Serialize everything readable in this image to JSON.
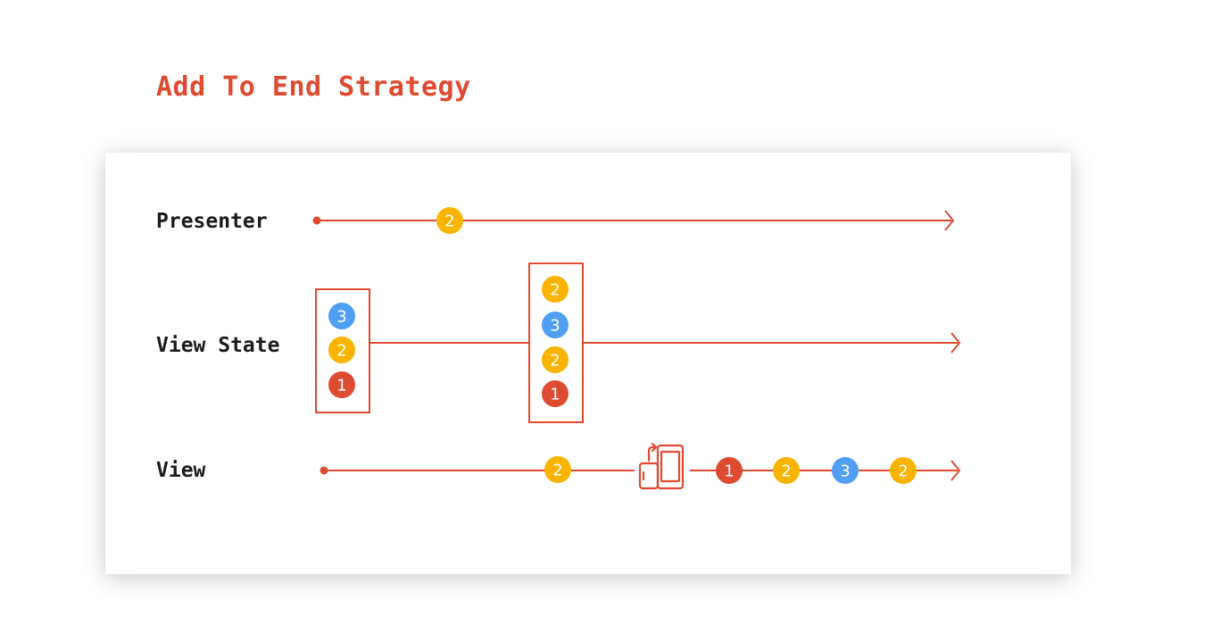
{
  "title": "Add To End Strategy",
  "colors": {
    "accent": "#dd4b31",
    "marble_1": "#dd4b31",
    "marble_2": "#f8b400",
    "marble_3": "#519ef5",
    "label_text": "#1a1a1a"
  },
  "rows": [
    {
      "label": "Presenter"
    },
    {
      "label": "View State"
    },
    {
      "label": "View"
    }
  ],
  "presenter_marbles": [
    "2"
  ],
  "view_state_groups": [
    {
      "marbles": [
        "3",
        "2",
        "1"
      ]
    },
    {
      "marbles": [
        "2",
        "3",
        "2",
        "1"
      ]
    }
  ],
  "view_events": {
    "before_rotation": [
      "2"
    ],
    "rotation_icon": "device-rotation-icon",
    "after_rotation": [
      "1",
      "2",
      "3",
      "2"
    ]
  }
}
